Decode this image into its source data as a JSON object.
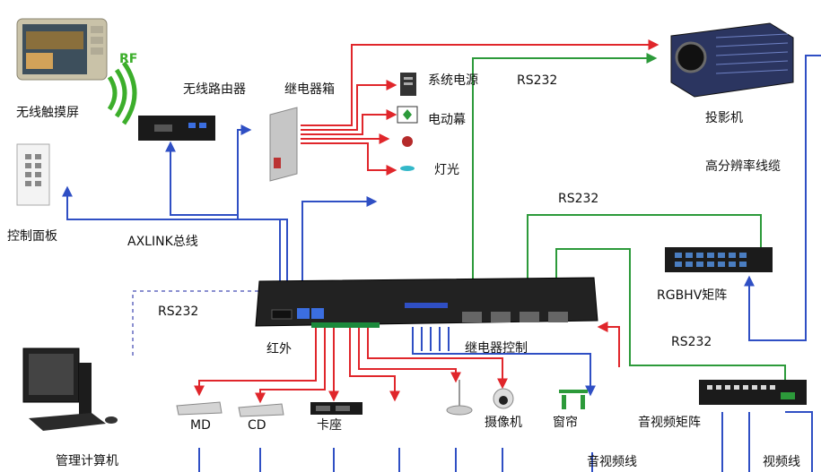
{
  "labels": {
    "touch_panel": "无线触摸屏",
    "rf": "RF",
    "wireless_router": "无线路由器",
    "relay_box": "继电器箱",
    "system_power": "系统电源",
    "electric_screen": "电动幕",
    "lighting": "灯光",
    "rs232_top": "RS232",
    "projector": "投影机",
    "hires_cable": "高分辨率线缆",
    "control_panel": "控制面板",
    "axlink_bus": "AXLINK总线",
    "rs232_mid": "RS232",
    "rgbhv_matrix": "RGBHV矩阵",
    "rs232_left": "RS232",
    "infrared": "红外",
    "relay_control": "继电器控制",
    "rs232_right": "RS232",
    "md": "MD",
    "cd": "CD",
    "cassette_deck": "卡座",
    "camera": "摄像机",
    "curtain": "窗帘",
    "av_matrix": "音视频矩阵",
    "management_pc": "管理计算机",
    "av_cable": "音视频线",
    "video_cable": "视频线"
  },
  "colors": {
    "red": "#e0262b",
    "blue": "#2f4fc4",
    "green": "#2c9a3a",
    "dotted": "#8a8fd0"
  }
}
